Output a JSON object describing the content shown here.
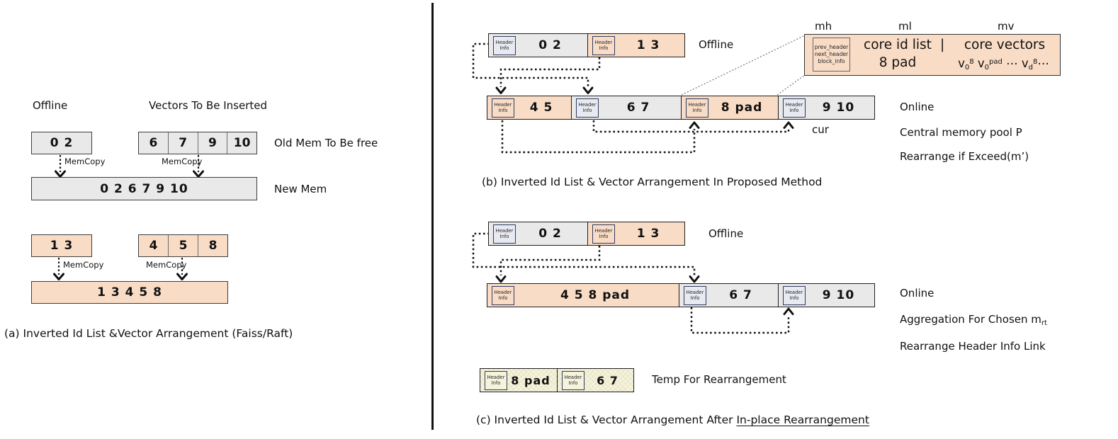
{
  "shared": {
    "header_info_line1": "Header",
    "header_info_line2": "Info",
    "memcopy_label": "MemCopy"
  },
  "panel_a": {
    "offline_label": "Offline",
    "vectors_label": "Vectors To Be Inserted",
    "old_mem_box": "0 2",
    "old_mem_cells": [
      "6",
      "7",
      "9",
      "10"
    ],
    "old_mem_label": "Old Mem To Be free",
    "new_mem_value": "0 2 6 7 9 10",
    "new_mem_label": "New Mem",
    "insert_box": "1 3",
    "insert_cells": [
      "4",
      "5",
      "8"
    ],
    "merged_value": "1 3 4 5 8",
    "caption": "(a) Inverted Id List &Vector Arrangement  (Faiss/Raft)"
  },
  "panel_b": {
    "offline_label": "Offline",
    "offline_row": [
      {
        "value": "0 2"
      },
      {
        "value": "1 3"
      }
    ],
    "pool_row": [
      {
        "value": "4 5"
      },
      {
        "value": "6 7"
      },
      {
        "value": "8 pad"
      },
      {
        "value": "9 10"
      }
    ],
    "cur_label": "cur",
    "side_labels": [
      "Online",
      "Central memory pool P",
      "Rearrange if Exceed(m’)"
    ],
    "caption": "(b) Inverted Id List & Vector Arrangement In Proposed Method",
    "detail": {
      "mh_label": "mh",
      "ml_label": "ml",
      "mv_label": "mv",
      "fields": [
        "prev_header",
        "next_header",
        "block_info"
      ],
      "core_id_list": "core id list",
      "pipe": "|",
      "core_vectors": "core vectors",
      "pad_line": "8 pad",
      "vec": {
        "b1": "v",
        "s1": "0",
        "e1": "8",
        "b2": "v",
        "s2": "0",
        "e2": "pad",
        "mid": "⋯",
        "b3": "v",
        "s3": "d",
        "e3": "8",
        "tail": "⋯"
      }
    }
  },
  "panel_c": {
    "offline_label": "Offline",
    "offline_row": [
      {
        "value": "0 2"
      },
      {
        "value": "1 3"
      }
    ],
    "pool_row": [
      {
        "value": "4 5 8 pad"
      },
      {
        "value": "6 7"
      },
      {
        "value": "9 10"
      }
    ],
    "side_label_online": "Online",
    "aggregation_base": "Aggregation For Chosen m",
    "aggregation_sub": "rt",
    "side_label_rearrange": "Rearrange Header Info Link",
    "temp_row": [
      {
        "value": "8 pad"
      },
      {
        "value": "6 7"
      }
    ],
    "temp_label": "Temp For Rearrangement",
    "caption_prefix": "(c) Inverted Id List & Vector Arrangement After ",
    "caption_underlined": "In-place Rearrangement"
  }
}
